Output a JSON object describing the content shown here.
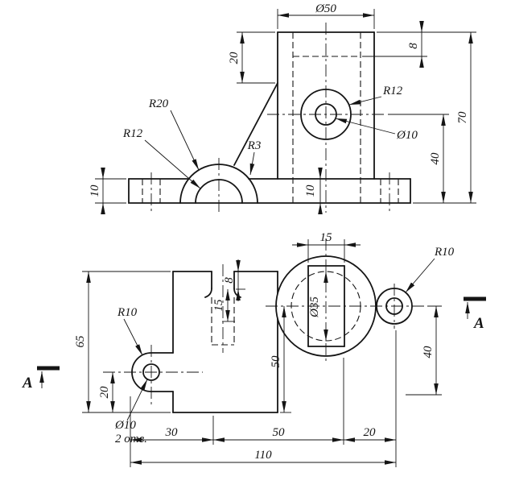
{
  "page": {
    "background": "#ffffff",
    "ink": "#151515"
  },
  "front_view": {
    "dim_d50": "Ø50",
    "dim_8": "8",
    "dim_20": "20",
    "dim_70": "70",
    "dim_40": "40",
    "dim_10_left": "10",
    "dim_10_mid": "10",
    "label_r20": "R20",
    "label_r12_left": "R12",
    "label_r3": "R3",
    "label_r12_right": "R12",
    "label_d10": "Ø10"
  },
  "plan_view": {
    "dim_15_top": "15",
    "label_r10_right": "R10",
    "dim_8": "8",
    "dim_15_side": "15",
    "dim_d35": "Ø35",
    "dim_65": "65",
    "label_r10_left": "R10",
    "dim_20_left": "20",
    "dim_50": "50",
    "dim_40": "40",
    "hole_note_diameter": "Ø10",
    "hole_note_count": "2 отв.",
    "dim_chain_30": "30",
    "dim_chain_50": "50",
    "dim_chain_20": "20",
    "dim_overall_110": "110"
  },
  "section": {
    "label_left": "А",
    "label_right": "А"
  }
}
